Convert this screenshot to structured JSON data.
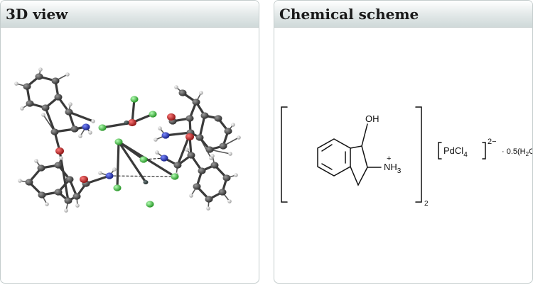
{
  "panels": {
    "view3d": {
      "title": "3D view"
    },
    "scheme": {
      "title": "Chemical scheme"
    }
  },
  "scheme": {
    "hydroxyl": "OH",
    "ammonium": "NH",
    "ammonium_sub": "3",
    "ammonium_charge": "+",
    "bracket_count": "2",
    "anion": "PdCl",
    "anion_sub": "4",
    "anion_charge": "2−",
    "hydrate_prefix": "· 0.5(H",
    "hydrate_sub": "2",
    "hydrate_suffix": "O)"
  },
  "colors": {
    "carbon": "#3c3c3c",
    "oxygen": "#cc1f1f",
    "nitrogen": "#1e2fb8",
    "chlorine": "#33cc33",
    "palladium": "#2f3f3f",
    "hydrogen": "#e8e8e8"
  }
}
